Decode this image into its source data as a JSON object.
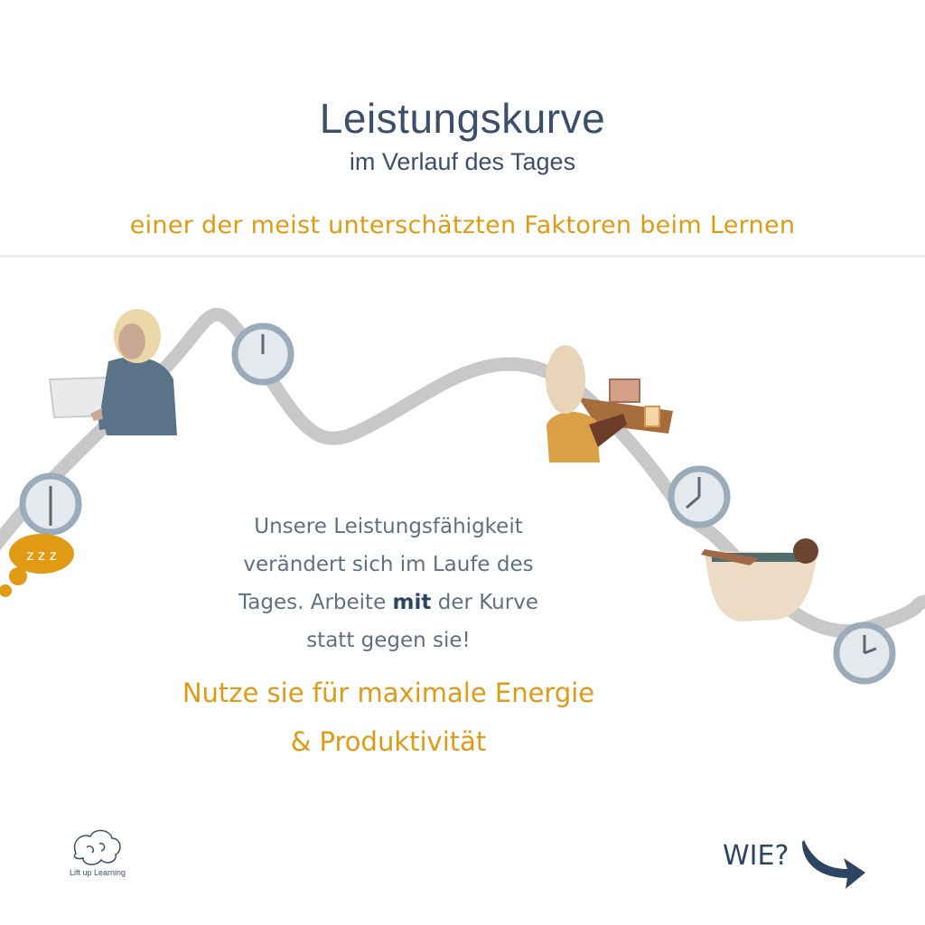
{
  "header": {
    "title": "Leistungskurve",
    "subtitle": "im Verlauf des Tages",
    "tagline": "einer der meist unterschätzten Faktoren beim Lernen"
  },
  "main": {
    "body_line1": "Unsere Leistungsfähigkeit",
    "body_line2": "verändert sich im Laufe des",
    "body_line3_pre": "Tages. Arbeite ",
    "body_line3_emphasis": "mit",
    "body_line3_post": " der Kurve",
    "body_line4": "statt gegen sie!",
    "cta_line1": "Nutze sie für maximale Energie",
    "cta_line2": "& Produktivität"
  },
  "sleep_bubble": {
    "text": "z z z"
  },
  "footer": {
    "logo_text": "Lift up Learning",
    "next_label": "WIE?"
  },
  "colors": {
    "navy": "#3b4f6b",
    "accent": "#e09a14",
    "curve": "#c8c8c8",
    "clock_ring": "#9aabba",
    "clock_face": "#e4e9ed"
  },
  "icons": [
    "clock-icon",
    "sleep-bubble-icon",
    "brain-logo-icon",
    "curved-arrow-icon"
  ]
}
